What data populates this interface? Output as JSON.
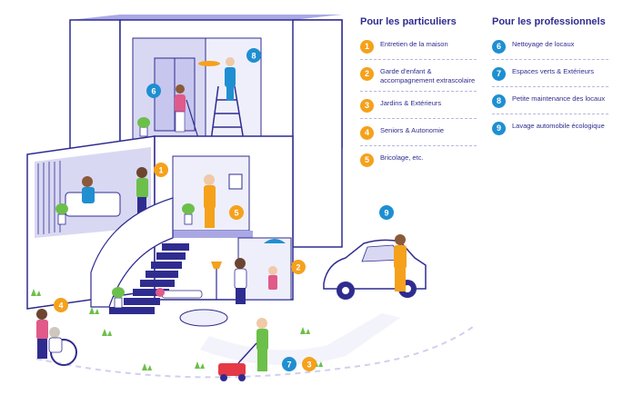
{
  "colors": {
    "orange": "#f5a11c",
    "blue": "#1f8fd1",
    "navy": "#2f2c8f",
    "lavender": "#aaa8e4",
    "wall_light": "#efeffb",
    "wall_mid": "#d9d8f3"
  },
  "legend": {
    "particuliers": {
      "title": "Pour les particuliers",
      "items": [
        {
          "num": "1",
          "label": "Entretien de la maison"
        },
        {
          "num": "2",
          "label": "Garde d'enfant & accompagnement extrascolaire"
        },
        {
          "num": "3",
          "label": "Jardins & Extérieurs"
        },
        {
          "num": "4",
          "label": "Seniors & Autonomie"
        },
        {
          "num": "5",
          "label": "Bricolage, etc."
        }
      ]
    },
    "professionnels": {
      "title": "Pour les professionnels",
      "items": [
        {
          "num": "6",
          "label": "Nettoyage de locaux"
        },
        {
          "num": "7",
          "label": "Espaces verts & Extérieurs"
        },
        {
          "num": "8",
          "label": "Petite maintenance des locaux"
        },
        {
          "num": "9",
          "label": "Lavage automobile écologique"
        }
      ]
    }
  },
  "badges": [
    {
      "num": "1",
      "color": "orange"
    },
    {
      "num": "2",
      "color": "orange"
    },
    {
      "num": "3",
      "color": "orange"
    },
    {
      "num": "4",
      "color": "orange"
    },
    {
      "num": "5",
      "color": "orange"
    },
    {
      "num": "6",
      "color": "blue"
    },
    {
      "num": "7",
      "color": "blue"
    },
    {
      "num": "8",
      "color": "blue"
    },
    {
      "num": "9",
      "color": "blue"
    }
  ]
}
